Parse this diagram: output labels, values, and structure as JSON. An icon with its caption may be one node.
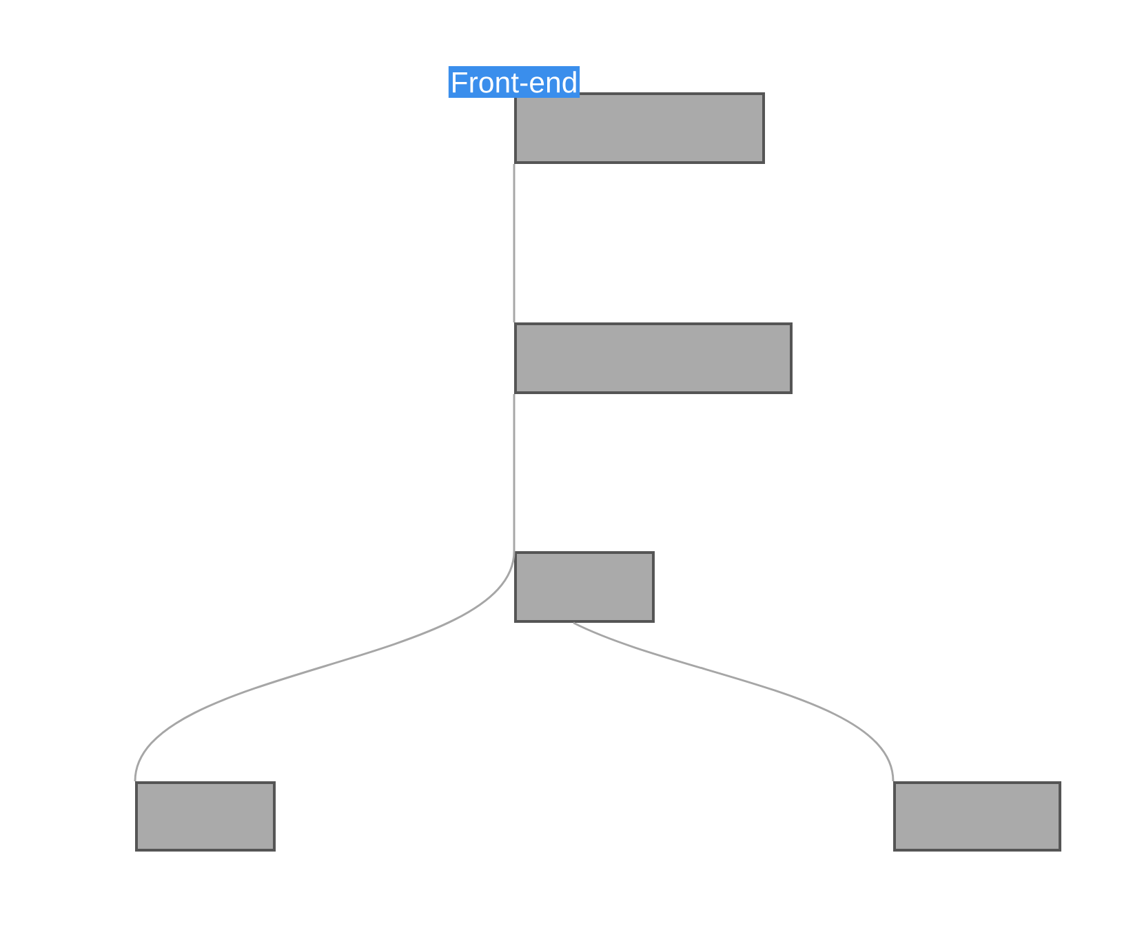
{
  "diagram": {
    "nodes": [
      {
        "text": [
          "Front-end"
        ]
      },
      {
        "text": [],
        "shape": "box"
      },
      {
        "text": [],
        "shape": "box"
      },
      {
        "text": [],
        "shape": "box"
      },
      {
        "text": [],
        "shape": "box"
      }
    ],
    "edges": [
      {
        "from": 0,
        "to": 1,
        "arrow": "none"
      },
      {
        "from": 1,
        "to": 2,
        "arrow": "none"
      },
      {
        "from": 2,
        "to": 3,
        "arrow": "none"
      },
      {
        "from": 2,
        "to": 4,
        "arrow": "none"
      }
    ]
  }
}
